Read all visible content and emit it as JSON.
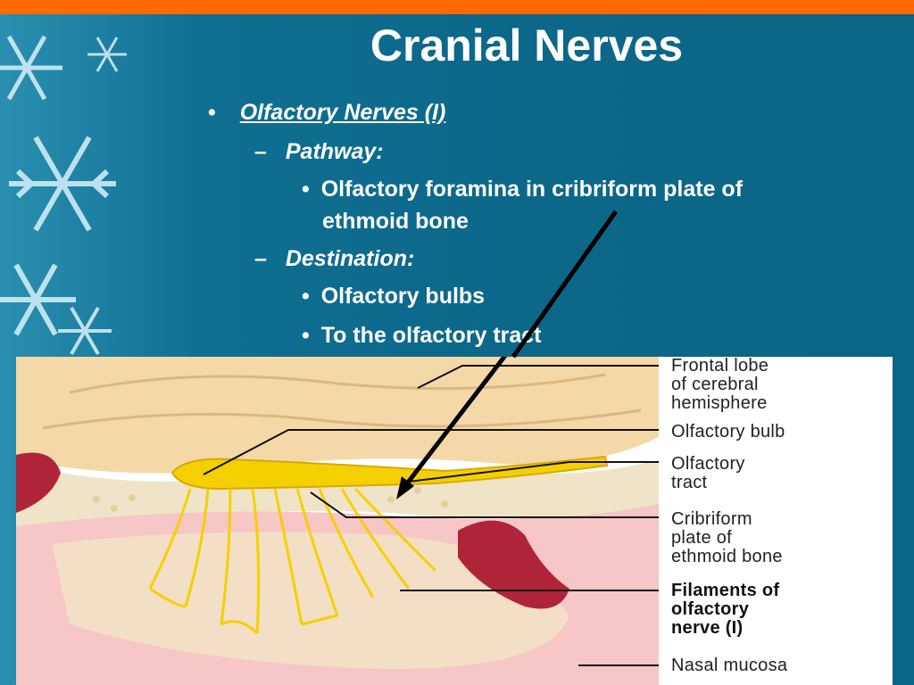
{
  "slide": {
    "title": "Cranial Nerves",
    "bullet": "Olfactory Nerves (I)",
    "pathway_label": "Pathway:",
    "pathway_item": "Olfactory foramina in cribriform plate of ethmoid bone",
    "pathway_item_line1": "Olfactory foramina in cribriform plate of",
    "pathway_item_line2": "ethmoid bone",
    "destination_label": "Destination:",
    "destination_items": [
      "Olfactory bulbs",
      "To the olfactory tract"
    ]
  },
  "figure": {
    "labels": [
      {
        "lines": [
          "Frontal lobe",
          "of cerebral",
          "hemisphere"
        ],
        "bold": false
      },
      {
        "lines": [
          "Olfactory bulb"
        ],
        "bold": false
      },
      {
        "lines": [
          "Olfactory",
          "tract"
        ],
        "bold": false
      },
      {
        "lines": [
          "Cribriform",
          "plate of",
          "ethmoid bone"
        ],
        "bold": false
      },
      {
        "lines": [
          "Filaments of",
          "olfactory",
          "nerve (I)"
        ],
        "bold": true
      },
      {
        "lines": [
          "Nasal mucosa"
        ],
        "bold": false
      }
    ]
  },
  "colors": {
    "top_bar": "#ff6a00",
    "background": "#0c6a8a",
    "nerve": "#f5d000",
    "brain": "#f4d8a8",
    "mucosa": "#f7c6c6",
    "vessel": "#b0243a"
  }
}
